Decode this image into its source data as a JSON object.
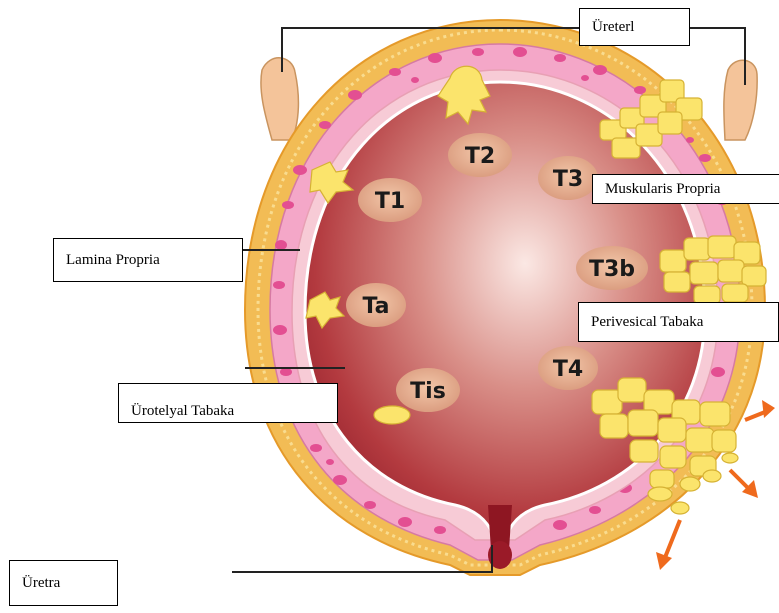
{
  "labels": {
    "ureter": "Üreterl",
    "muscularis": "Muskularis Propria",
    "lamina": "Lamina Propria",
    "perivesical": "Perivesical Tabaka",
    "urothelial": "Ürotelyal Tabaka",
    "urethra": "Üretra"
  },
  "stages": [
    "T2",
    "T1",
    "T3",
    "T3b",
    "Ta",
    "T4",
    "Tis"
  ],
  "colors": {
    "fat": "#f3c35a",
    "muscle": "#f2a6c8",
    "muscle_dots": "#e0508f",
    "lumen": "#a11c2c",
    "tumor": "#fbe36a",
    "arrow": "#ef6a1d"
  }
}
